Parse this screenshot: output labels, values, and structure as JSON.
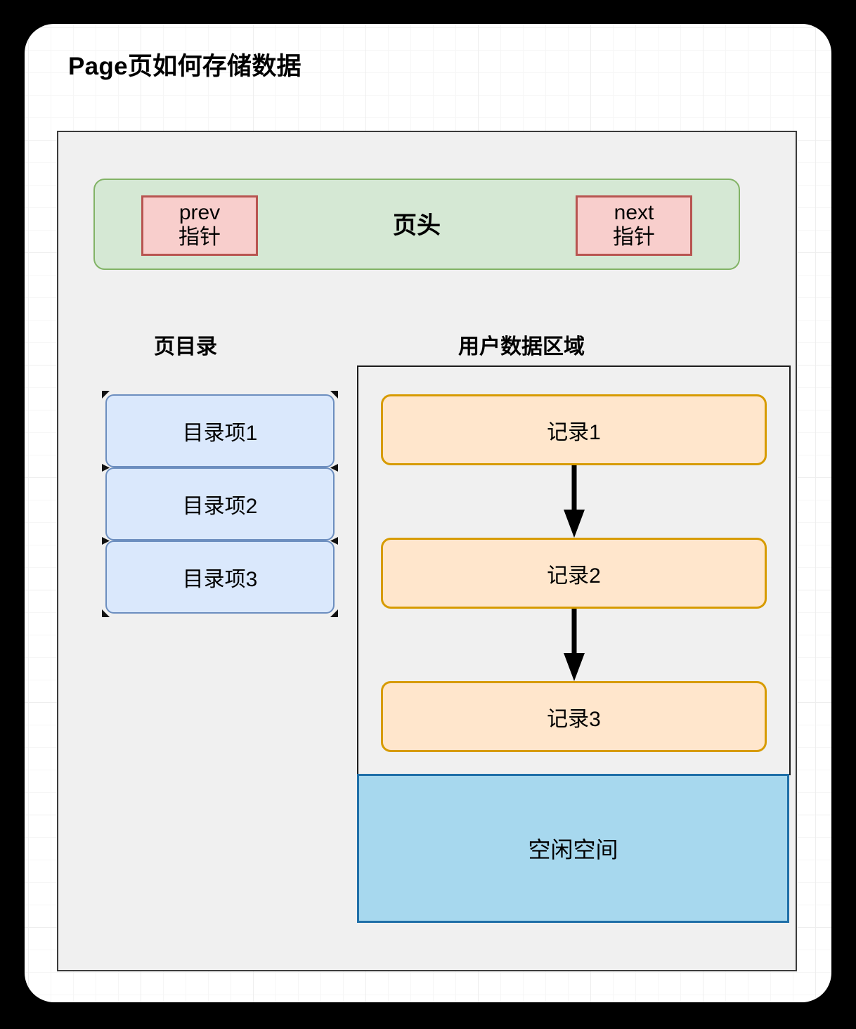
{
  "diagram": {
    "title": "Page页如何存储数据",
    "page_header": {
      "label": "页头",
      "prev_pointer": {
        "line1": "prev",
        "line2": "指针"
      },
      "next_pointer": {
        "line1": "next",
        "line2": "指针"
      },
      "fill_color": "#d5e8d4",
      "border_color": "#82b366",
      "pointer_fill_color": "#f8cecc",
      "pointer_border_color": "#b85450"
    },
    "page_directory": {
      "caption": "页目录",
      "items": [
        {
          "label": "目录项1"
        },
        {
          "label": "目录项2"
        },
        {
          "label": "目录项3"
        }
      ],
      "fill_color": "#dae8fc",
      "border_color": "#6c8ebf",
      "selected": true
    },
    "user_data_area": {
      "caption": "用户数据区域",
      "records": [
        {
          "label": "记录1"
        },
        {
          "label": "记录2"
        },
        {
          "label": "记录3"
        }
      ],
      "arrows": [
        {
          "from": "记录1",
          "to": "记录2",
          "direction": "down"
        },
        {
          "from": "记录2",
          "to": "记录3",
          "direction": "down"
        }
      ],
      "fill_color": "#ffe6cc",
      "border_color": "#d79b00",
      "container_border_color": "#1c1c1c"
    },
    "free_space": {
      "label": "空闲空间",
      "fill_color": "#a7d8ee",
      "border_color": "#1f6fa8"
    },
    "frame": {
      "fill_color": "#f0f0f0",
      "border_color": "#3b3b3b"
    },
    "canvas": {
      "background_color": "#ffffff",
      "grid": true
    }
  }
}
